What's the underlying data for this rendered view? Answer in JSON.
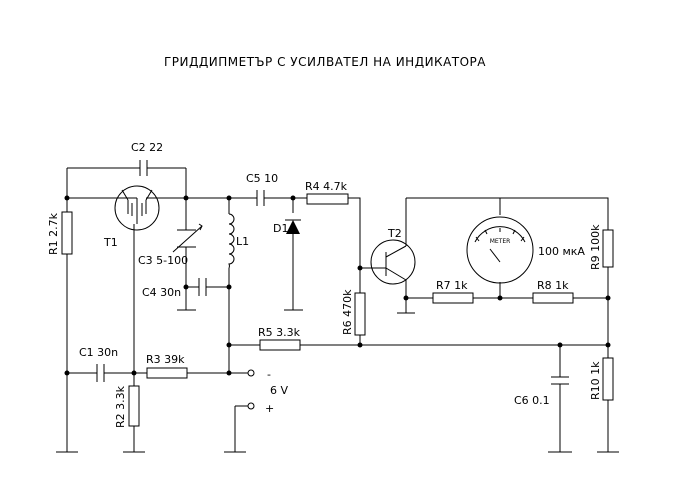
{
  "title": "ГРИДДИПМЕТЪР С УСИЛВАТЕЛ НА ИНДИКАТОРА",
  "components": {
    "c2": "C2 22",
    "c5": "C5 10",
    "r4": "R4 4.7k",
    "r1": "R1 2.7k",
    "t1": "T1",
    "c3": "C3 5-100",
    "l1": "L1",
    "d1": "D1",
    "c4": "C4 30n",
    "t2": "T2",
    "meter": "METER",
    "meter_value": "100 мкА",
    "r9": "R9 100k",
    "r6": "R6 470k",
    "r7": "R7 1k",
    "r8": "R8 1k",
    "r5": "R5 3.3k",
    "c1": "C1 30n",
    "r3": "R3 39k",
    "r2": "R2 3.3k",
    "c6": "C6 0.1",
    "r10": "R10 1k"
  },
  "supply": {
    "minus": "-",
    "voltage": "6 V",
    "plus": "+"
  }
}
